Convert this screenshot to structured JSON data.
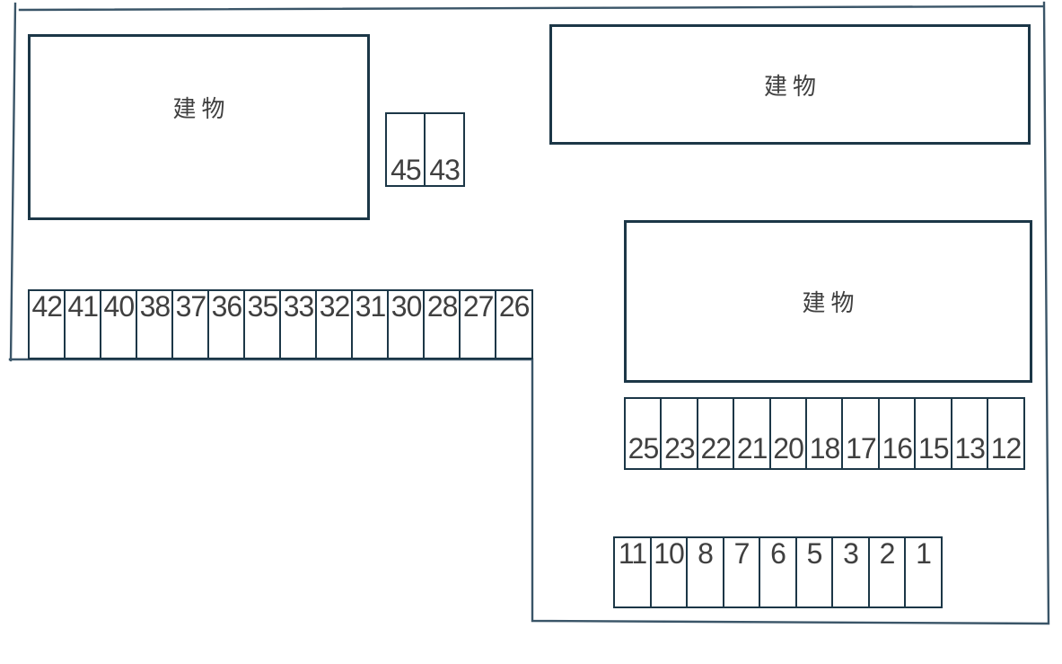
{
  "diagram": {
    "type": "parking-lot-layout",
    "background_color": "#ffffff",
    "shape_border_color": "#1c3747",
    "boundary_line_color": "#3a5568",
    "text_color": "#404040"
  },
  "buildings": [
    {
      "id": "building-top-left",
      "label": "建物"
    },
    {
      "id": "building-top-right",
      "label": "建物"
    },
    {
      "id": "building-middle-right",
      "label": "建物"
    }
  ],
  "parking_rows": {
    "left_row": {
      "stalls": [
        "42",
        "41",
        "40",
        "38",
        "37",
        "36",
        "35",
        "33",
        "32",
        "31",
        "30",
        "28",
        "27",
        "26"
      ]
    },
    "upper_small_row": {
      "stalls": [
        "45",
        "43"
      ]
    },
    "middle_right_row": {
      "stalls": [
        "25",
        "23",
        "22",
        "21",
        "20",
        "18",
        "17",
        "16",
        "15",
        "13",
        "12"
      ]
    },
    "bottom_right_row": {
      "stalls": [
        "11",
        "10",
        "8",
        "7",
        "6",
        "5",
        "3",
        "2",
        "1"
      ]
    }
  }
}
